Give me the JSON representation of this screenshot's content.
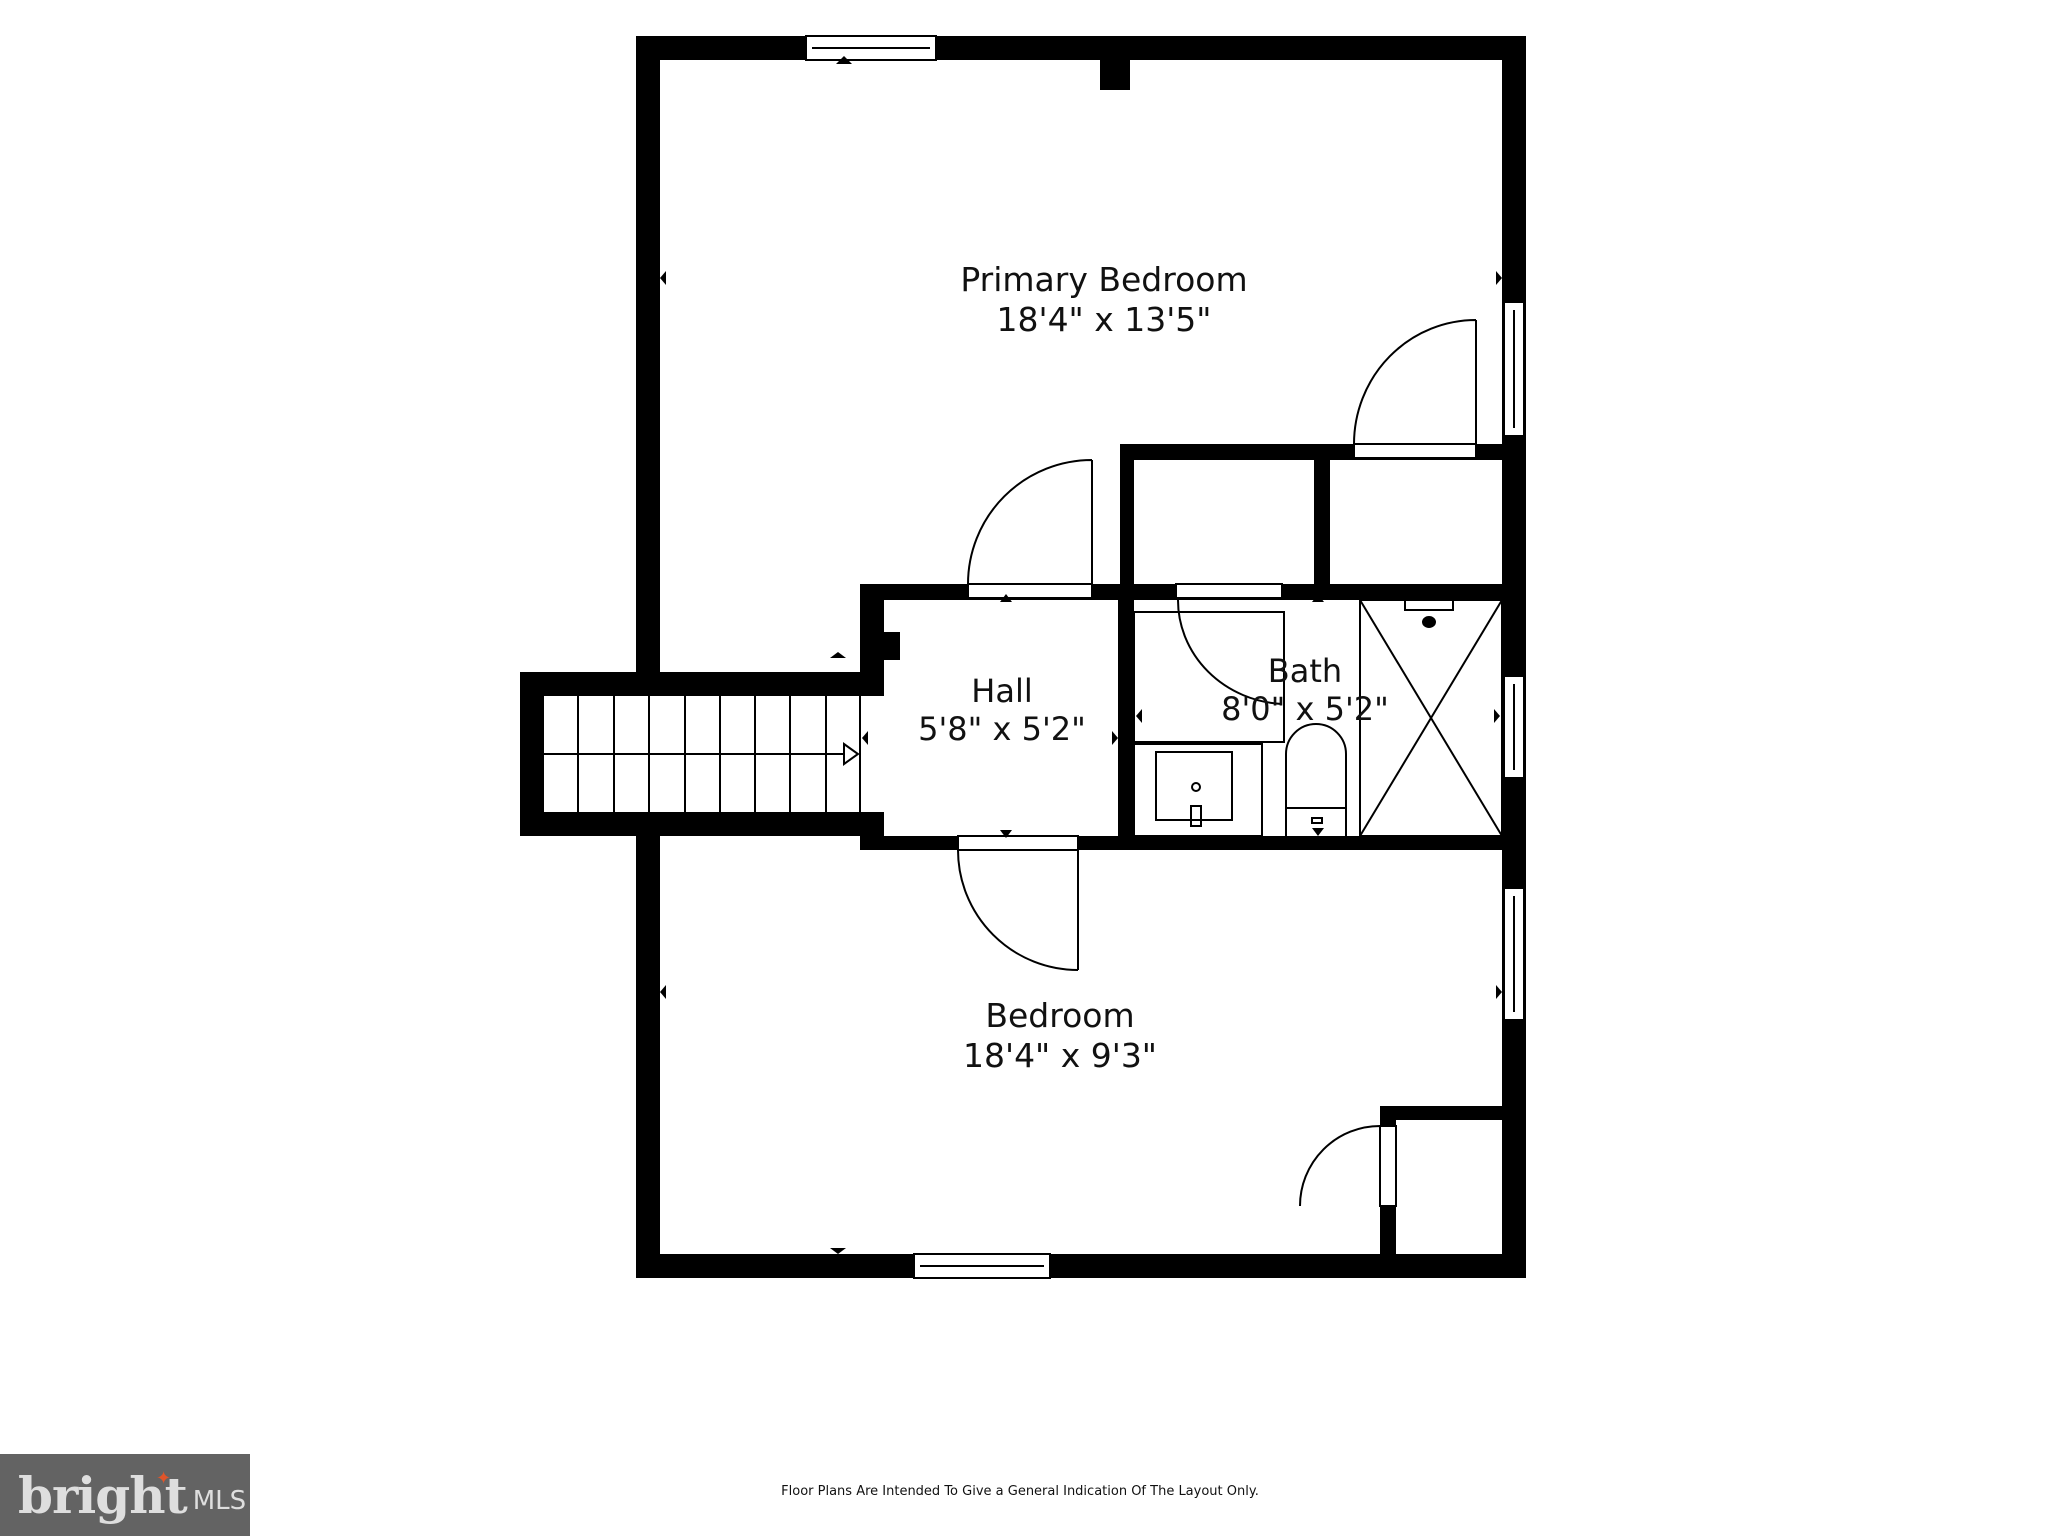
{
  "rooms": [
    {
      "name": "Primary Bedroom",
      "dimensions": "18'4\" x 13'5\""
    },
    {
      "name": "Hall",
      "dimensions": "5'8\" x 5'2\""
    },
    {
      "name": "Bath",
      "dimensions": "8'0\" x 5'2\""
    },
    {
      "name": "Bedroom",
      "dimensions": "18'4\" x 9'3\""
    }
  ],
  "footer": {
    "disclaimer": "Floor Plans Are Intended To Give a General Indication Of The Layout Only.",
    "logo_brand": "bright",
    "logo_suffix": "MLS",
    "logo_star": "✦"
  },
  "colors": {
    "wall": "#000000",
    "background": "#ffffff",
    "logo_bg": "#636363",
    "logo_accent": "#e0552a"
  }
}
